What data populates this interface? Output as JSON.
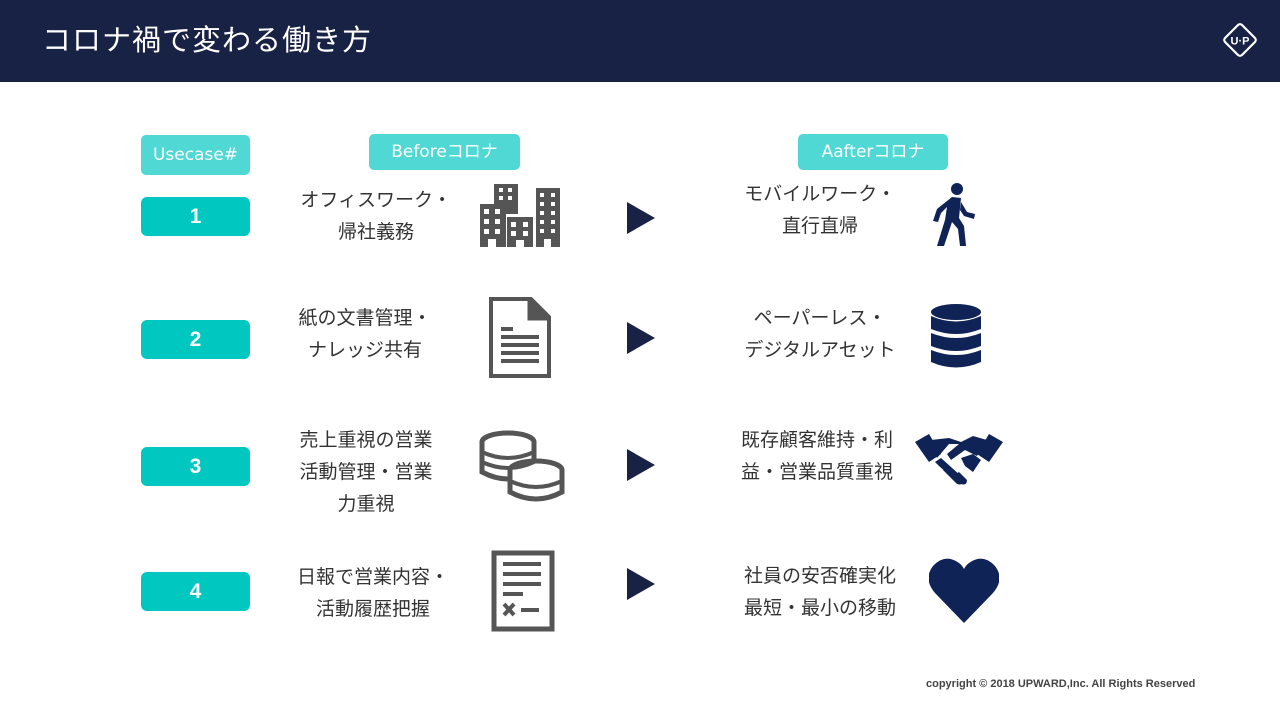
{
  "header": {
    "title": "コロナ禍で変わる働き方",
    "logo_text": "U·P"
  },
  "columns": {
    "usecase": "Usecase#",
    "before": "Beforeコロナ",
    "after": "Aafterコロナ"
  },
  "rows": [
    {
      "num": "1",
      "before": [
        "オフィスワーク・",
        "帰社義務"
      ],
      "after": [
        "モバイルワーク・",
        "直行直帰"
      ],
      "before_icon": "office-building-icon",
      "after_icon": "walking-person-icon"
    },
    {
      "num": "2",
      "before": [
        "紙の文書管理・",
        "ナレッジ共有"
      ],
      "after": [
        "ペーパーレス・",
        "デジタルアセット"
      ],
      "before_icon": "document-icon",
      "after_icon": "database-icon"
    },
    {
      "num": "3",
      "before": [
        "売上重視の営業",
        "活動管理・営業",
        "力重視"
      ],
      "after": [
        "既存顧客維持・利",
        "益・営業品質重視"
      ],
      "before_icon": "coins-icon",
      "after_icon": "handshake-icon"
    },
    {
      "num": "4",
      "before": [
        "日報で営業内容・",
        "活動履歴把握"
      ],
      "after": [
        "社員の安否確実化",
        "最短・最小の移動"
      ],
      "before_icon": "report-form-icon",
      "after_icon": "heart-icon"
    }
  ],
  "footer": "copyright © 2018 UPWARD,Inc. All Rights Reserved",
  "colors": {
    "header_bg": "#182244",
    "accent": "#00c8c0",
    "pill": "#50d8d4",
    "icon_gray": "#555555",
    "icon_navy": "#0f2357",
    "arrow": "#182244"
  }
}
